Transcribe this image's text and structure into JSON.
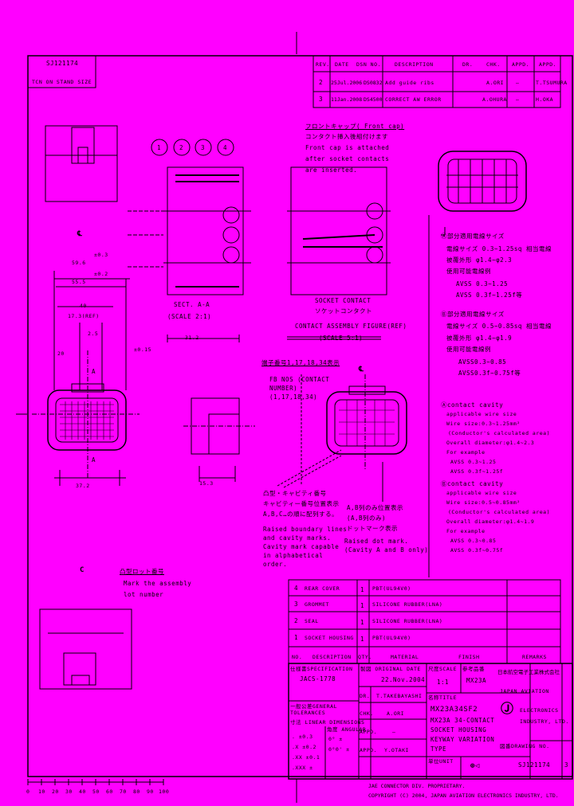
{
  "colors": {
    "background": "#ff00ff",
    "ink": "#000000"
  },
  "corner_box": {
    "drawing_no": "SJ121174",
    "note": "TCN ON STAND SIZE"
  },
  "revisions": {
    "headers": [
      "REV.",
      "DATE",
      "DSN NO.",
      "DESCRIPTION",
      "DR.",
      "CHK.",
      "APPD.",
      "APPD."
    ],
    "rows": [
      {
        "rev": "2",
        "date": "25Jul.2006",
        "dsn": "DS0832",
        "desc": "Add guide ribs",
        "dr": "A.ORI",
        "chk": "—",
        "appd": "T.TSUMURA"
      },
      {
        "rev": "3",
        "date": "11Jan.2008",
        "dsn": "DS4500",
        "desc": "CORRECT AW ERROR",
        "dr": "A.OHURA",
        "chk": "—",
        "appd": "H.OKA"
      }
    ]
  },
  "views": {
    "section_label": "SECT. A-A",
    "section_scale": "(SCALE 2:1)",
    "contact_label": "CONTACT ASSEMBLY FIGURE(REF)",
    "contact_scale": "(SCALE 5:1)",
    "socket_contact": "SOCKET CONTACT",
    "socket_contact_jp": "ソケットコンタクト",
    "callouts": [
      "1",
      "2",
      "3",
      "4"
    ],
    "centerline": "℄",
    "section_marker": "A"
  },
  "front_cap_note": {
    "title": "フロントキャップ( Front cap)",
    "jp": "コンタクト挿入後組付けます",
    "en": [
      "Front cap is attached",
      "after socket contacts",
      "are inserted."
    ]
  },
  "cavity_note": {
    "title": "端子番号1,17,18,34表示",
    "lines": [
      "FB NOS (CONTACT",
      "NUMBER)",
      "(1,17,18,34)"
    ]
  },
  "raised_note": {
    "jp": [
      "凸型・キャビティ番号",
      "キャビティー番号位置表示",
      "A,B,C…の順に配列する。"
    ],
    "en": [
      "Raised boundary lines",
      "and cavity marks.",
      "Cavity mark capable",
      " in alphabetical",
      "order."
    ]
  },
  "dot_note": {
    "jp": [
      "A,B列のみ位置表示",
      "(A,B列のみ)",
      "ドットマーク表示"
    ],
    "en": [
      "Raised dot mark.",
      "(Cavity A and B only)"
    ]
  },
  "wire_notes": {
    "a_title": "Ⓐ部分適用電線サイズ",
    "a_lines": [
      "電線サイズ 0.3~1.25sq 相当電線",
      "被覆外形 φ1.4~φ2.3",
      "使用可能電線例",
      "AVSS 0.3~1.25",
      "AVSS 0.3f~1.25f等"
    ],
    "b_title": "Ⓑ部分適用電線サイズ",
    "b_lines": [
      "電線サイズ 0.5~0.85sq 相当電線",
      "被覆外形 φ1.4~φ1.9",
      "使用可能電線例",
      "AVSS0.3~0.85",
      "AVSS0.3f~0.75f等"
    ],
    "c_title": "Ⓐcontact cavity",
    "c_lines": [
      "applicable wire size",
      "Wire size:0.3~1.25mm²",
      "(Conductor's calculated area)",
      "Overall diameter:φ1.4~2.3",
      "For example",
      "AVSS 0.3~1.25",
      "AVSS 0.3f~1.25f"
    ],
    "d_title": "Ⓑcontact cavity",
    "d_lines": [
      "applicable wire size",
      "Wire size:0.5~0.85mm²",
      "(Conductor's calculated area)",
      "Overall diameter:φ1.4~1.9",
      "For example",
      "AVSS 0.3~0.85",
      "AVSS 0.3f~0.75f"
    ]
  },
  "dimensions": [
    "59.6",
    "55.5",
    "40",
    "17.3(REF)",
    "2.5",
    "20",
    "37.2",
    "31.2",
    "15.3",
    "±0.3",
    "±0.2",
    "±0.15"
  ],
  "view_c_note": {
    "title": "凸型ロット番号",
    "lines": [
      "Mark the assembly",
      "lot number"
    ],
    "label": "C"
  },
  "parts": {
    "rows": [
      {
        "no": "4",
        "desc": "REAR COVER",
        "qty": "1",
        "material": "PBT(UL94V0)"
      },
      {
        "no": "3",
        "desc": "GROMMET",
        "qty": "1",
        "material": "SILICONE RUBBER(LNA)"
      },
      {
        "no": "2",
        "desc": "SEAL",
        "qty": "1",
        "material": "SILICONE RUBBER(LNA)"
      },
      {
        "no": "1",
        "desc": "SOCKET HOUSING",
        "qty": "1",
        "material": "PBT(UL94V0)"
      }
    ],
    "headers": [
      "NO.",
      "DESCRIPTION",
      "QTY.",
      "MATERIAL",
      "FINISH",
      "REMARKS"
    ]
  },
  "title_block": {
    "spec_label": "仕様書SPECIFICATION",
    "spec": "JACS-1778",
    "orig_date_label": "製図 ORIGINAL DATE",
    "orig_date": "22.Nov.2004",
    "dr_label": "DR.",
    "dr": "T.TAKEBAYASHI",
    "chk_label": "CHK.",
    "chk": "A.ORI",
    "appd_label": "APPD.",
    "appd": "—",
    "appd2_label": "APPD.",
    "appd2": "Y.OTAKI",
    "tol_label": "一般公差GENERAL TOLERANCES",
    "linear_label": "寸法 LINEAR DIMENSIONS",
    "angular_label": "角度 ANGULAR",
    "tolerances": [
      ". ±0.3",
      ".X ±0.2",
      ".XX ±0.1",
      ".XXX ±"
    ],
    "angular": [
      "0° ±",
      "0°0' ±"
    ],
    "scale_label": "尺度SCALE",
    "scale": "1:1",
    "model_label": "参考品番",
    "model": "MX23A",
    "title_label": "名称TITLE",
    "title_lines": [
      "MX23A34SF2",
      "MX23A 34-CONTACT",
      "SOCKET HOUSING",
      "KEYWAY VARIATION",
      "TYPE"
    ],
    "unit_label": "単位UNIT",
    "company_jp": "日本航空電子工業株式会社",
    "company_en": [
      "JAPAN AVIATION",
      "ELECTRONICS",
      "INDUSTRY, LTD."
    ],
    "drawing_no_label": "図番DRAWING NO.",
    "drawing_no": "SJ121174",
    "sheet": "3"
  },
  "footer": [
    "JAE CONNECTOR DIV. PROPRIETARY.",
    "COPYRIGHT (C) 2004, JAPAN AVIATION ELECTRONICS INDUSTRY, LTD."
  ],
  "ruler": [
    "0",
    "10",
    "20",
    "30",
    "40",
    "50",
    "60",
    "70",
    "80",
    "90",
    "100"
  ]
}
